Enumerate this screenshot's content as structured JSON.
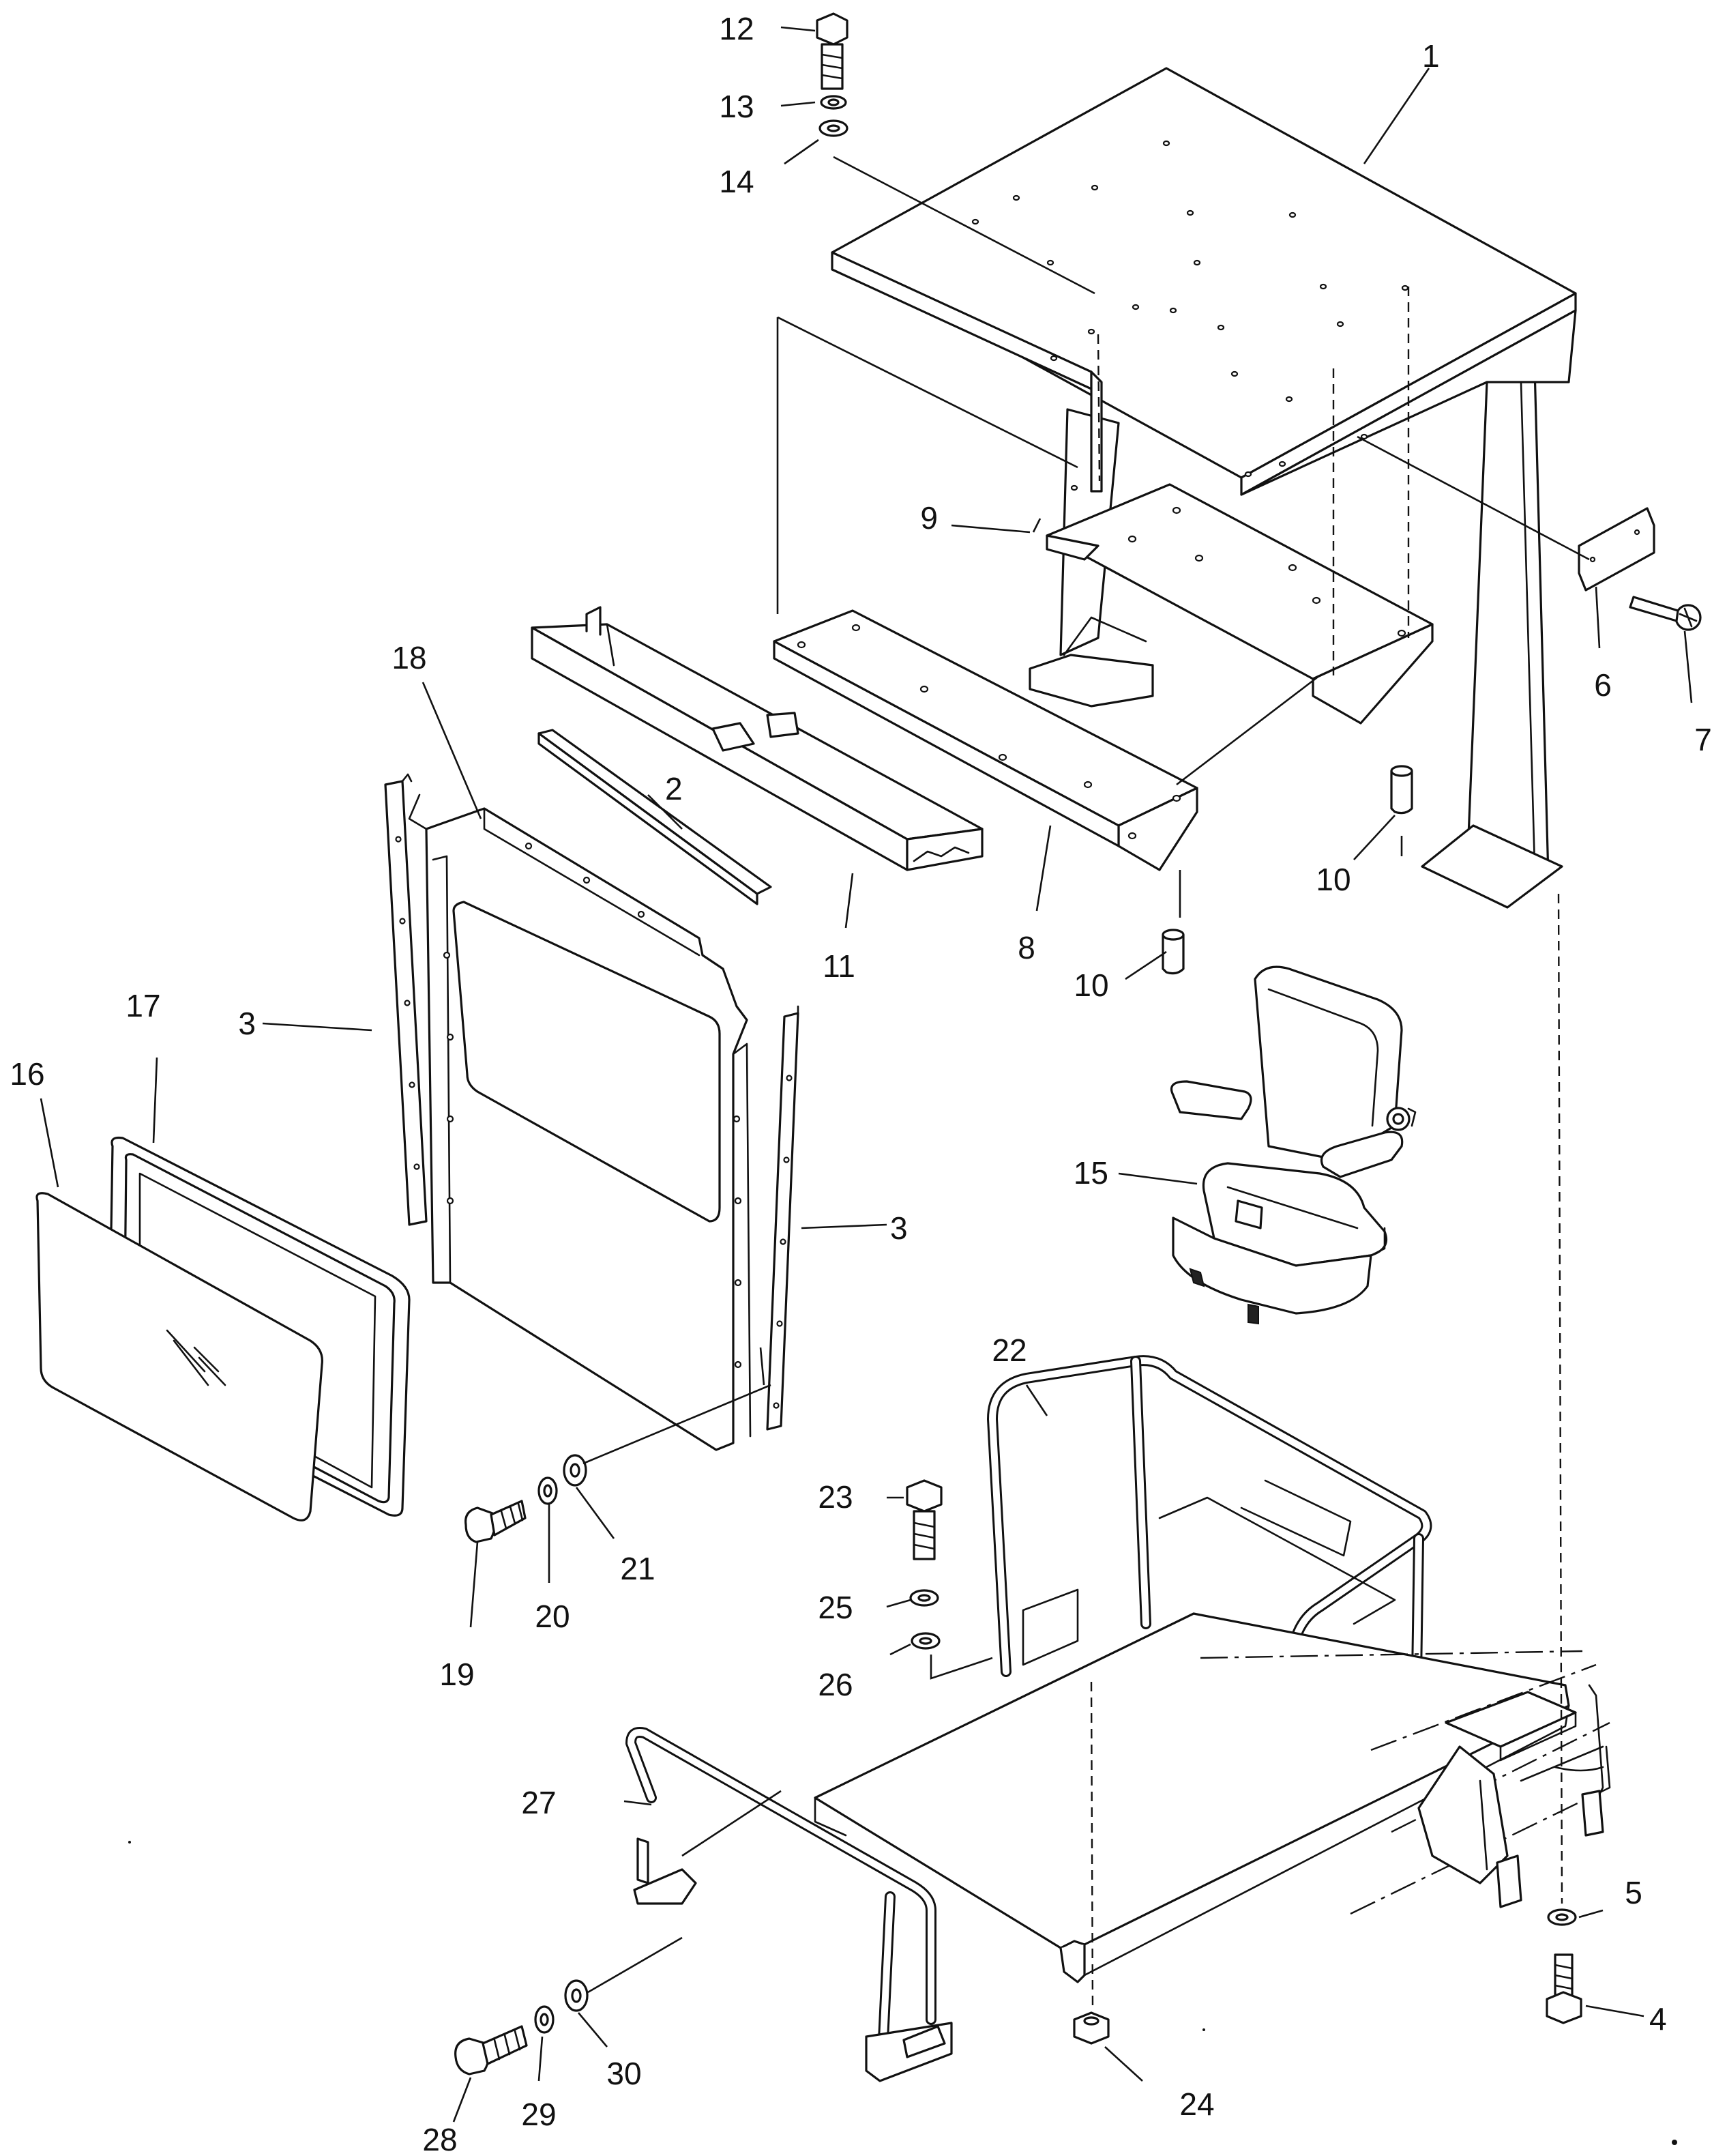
{
  "callouts": [
    {
      "id": "c1",
      "label": "1"
    },
    {
      "id": "c2",
      "label": "2"
    },
    {
      "id": "c3a",
      "label": "3"
    },
    {
      "id": "c3b",
      "label": "3"
    },
    {
      "id": "c4",
      "label": "4"
    },
    {
      "id": "c5",
      "label": "5"
    },
    {
      "id": "c6",
      "label": "6"
    },
    {
      "id": "c7",
      "label": "7"
    },
    {
      "id": "c8",
      "label": "8"
    },
    {
      "id": "c9",
      "label": "9"
    },
    {
      "id": "c10a",
      "label": "10"
    },
    {
      "id": "c10b",
      "label": "10"
    },
    {
      "id": "c11",
      "label": "11"
    },
    {
      "id": "c12",
      "label": "12"
    },
    {
      "id": "c13",
      "label": "13"
    },
    {
      "id": "c14",
      "label": "14"
    },
    {
      "id": "c15",
      "label": "15"
    },
    {
      "id": "c16",
      "label": "16"
    },
    {
      "id": "c17",
      "label": "17"
    },
    {
      "id": "c18",
      "label": "18"
    },
    {
      "id": "c19",
      "label": "19"
    },
    {
      "id": "c20",
      "label": "20"
    },
    {
      "id": "c21",
      "label": "21"
    },
    {
      "id": "c22",
      "label": "22"
    },
    {
      "id": "c23",
      "label": "23"
    },
    {
      "id": "c24",
      "label": "24"
    },
    {
      "id": "c25",
      "label": "25"
    },
    {
      "id": "c26",
      "label": "26"
    },
    {
      "id": "c27",
      "label": "27"
    },
    {
      "id": "c28",
      "label": "28"
    },
    {
      "id": "c29",
      "label": "29"
    },
    {
      "id": "c30",
      "label": "30"
    }
  ]
}
